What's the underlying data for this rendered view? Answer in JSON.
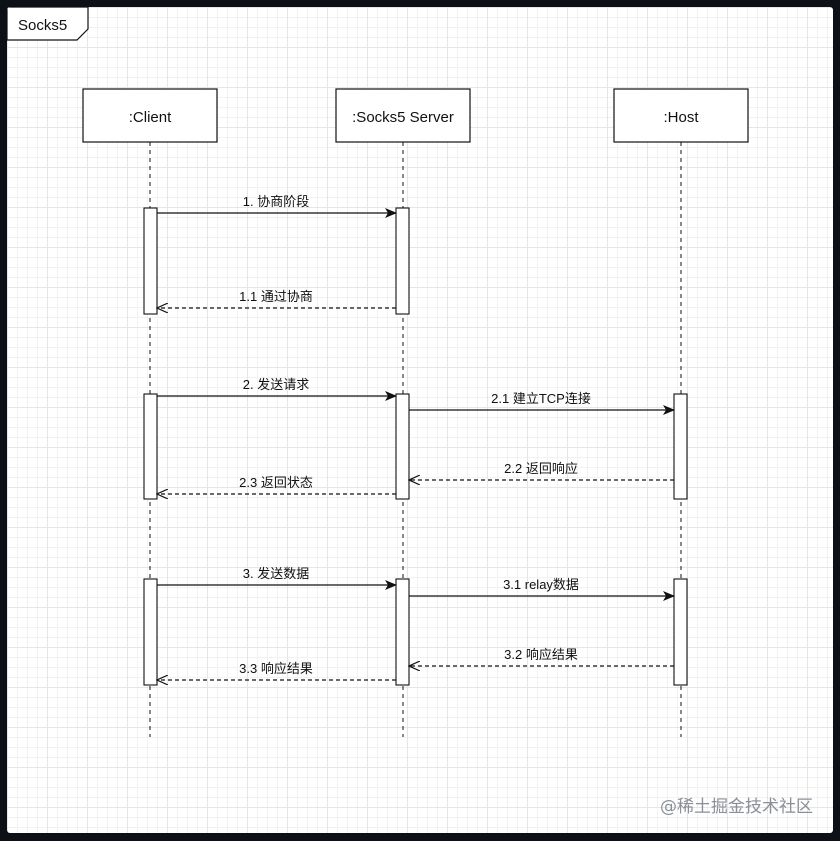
{
  "frame": {
    "title": "Socks5"
  },
  "participants": [
    {
      "id": "client",
      "label": ":Client"
    },
    {
      "id": "server",
      "label": ":Socks5 Server"
    },
    {
      "id": "host",
      "label": ":Host"
    }
  ],
  "messages": [
    {
      "id": "m1",
      "label": "1. 协商阶段",
      "from": "client",
      "to": "server",
      "style": "solid"
    },
    {
      "id": "m2",
      "label": "1.1 通过协商",
      "from": "server",
      "to": "client",
      "style": "dashed"
    },
    {
      "id": "m3",
      "label": "2. 发送请求",
      "from": "client",
      "to": "server",
      "style": "solid"
    },
    {
      "id": "m4",
      "label": "2.1 建立TCP连接",
      "from": "server",
      "to": "host",
      "style": "solid"
    },
    {
      "id": "m5",
      "label": "2.2 返回响应",
      "from": "host",
      "to": "server",
      "style": "dashed"
    },
    {
      "id": "m6",
      "label": "2.3 返回状态",
      "from": "server",
      "to": "client",
      "style": "dashed"
    },
    {
      "id": "m7",
      "label": "3. 发送数据",
      "from": "client",
      "to": "server",
      "style": "solid"
    },
    {
      "id": "m8",
      "label": "3.1 relay数据",
      "from": "server",
      "to": "host",
      "style": "solid"
    },
    {
      "id": "m9",
      "label": "3.2 响应结果",
      "from": "host",
      "to": "server",
      "style": "dashed"
    },
    {
      "id": "m10",
      "label": "3.3 响应结果",
      "from": "server",
      "to": "client",
      "style": "dashed"
    }
  ],
  "watermark": "@稀土掘金技术社区"
}
